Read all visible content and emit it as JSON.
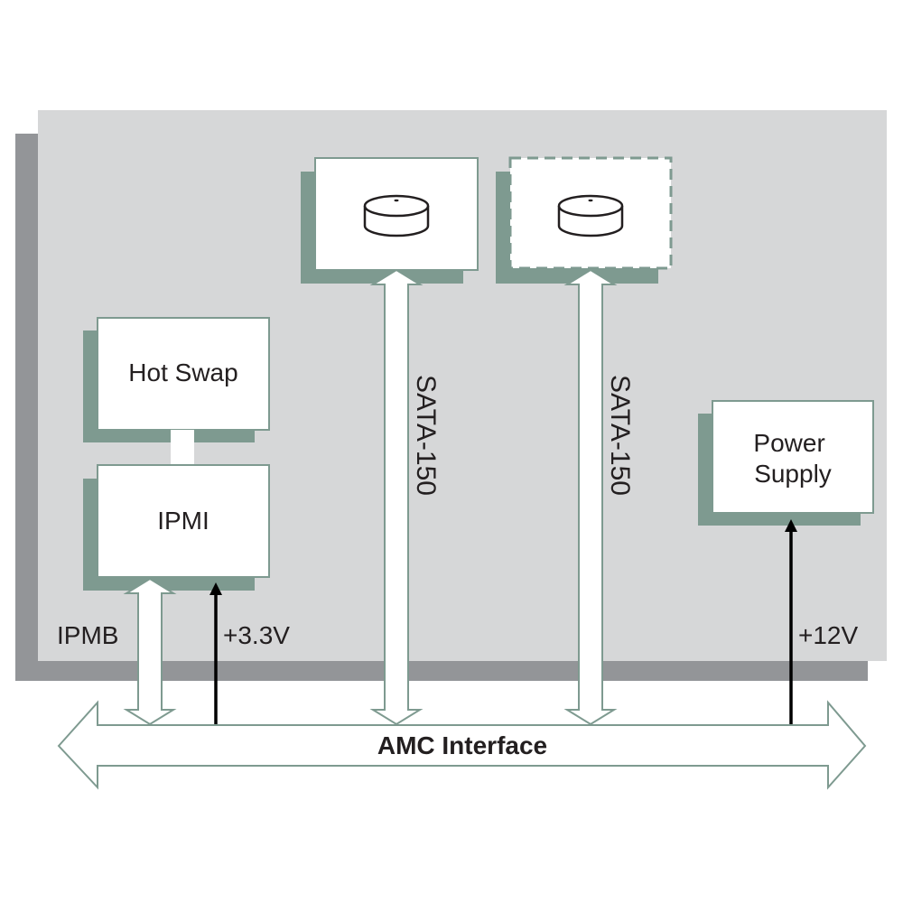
{
  "blocks": {
    "hot_swap": "Hot Swap",
    "ipmi": "IPMI",
    "power_supply_line1": "Power",
    "power_supply_line2": "Supply"
  },
  "signals": {
    "ipmb": "IPMB",
    "v33": "+3.3V",
    "v12": "+12V",
    "sata_1": "SATA-150",
    "sata_2": "SATA-150"
  },
  "interface": {
    "label": "AMC Interface"
  },
  "drives": [
    {
      "icon": "disk-drive-icon",
      "style": "solid"
    },
    {
      "icon": "disk-drive-icon",
      "style": "dashed"
    }
  ],
  "colors": {
    "board": "#d6d7d8",
    "board_shadow": "#939598",
    "block_shadow": "#7e9a90",
    "outline": "#7e9a90",
    "arrow_fill": "#ffffff",
    "text": "#231f20",
    "power_line": "#000000"
  }
}
